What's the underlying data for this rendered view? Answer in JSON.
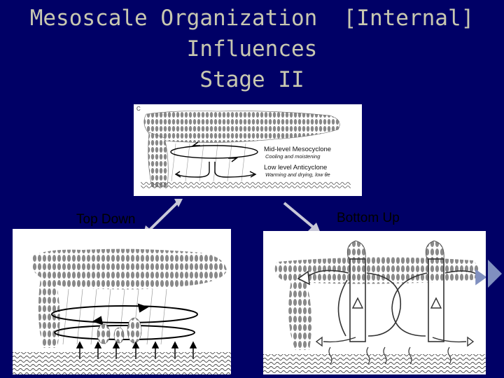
{
  "title": {
    "line1": "Mesoscale Organization  [Internal]",
    "line2": "Influences",
    "line3": "Stage II"
  },
  "figure_top": {
    "panel_letter": "C",
    "label_mid_1": "Mid-level Mesocyclone",
    "label_mid_2": "Cooling and moistening",
    "label_low_1": "Low level Anticyclone",
    "label_low_2": "Warming and drying, low θe"
  },
  "labels": {
    "top_down": "Top Down",
    "bottom_up": "Bottom Up"
  },
  "colors": {
    "background": "#000066",
    "title_text": "#c8c8b0",
    "panel": "#ffffff",
    "arrow": "#c8c8d8"
  }
}
